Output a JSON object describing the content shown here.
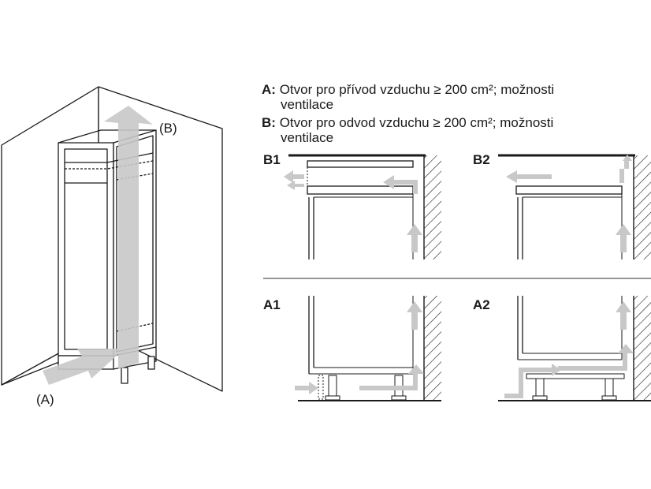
{
  "legend": {
    "a_key": "A:",
    "a_text": "Otvor pro přívod vzduchu ≥ 200 cm²; možnosti",
    "a_cont": "ventilace",
    "b_key": "B:",
    "b_text": "Otvor pro odvod vzduchu ≥ 200 cm²; možnosti",
    "b_cont": "ventilace"
  },
  "callouts": {
    "a": "(A)",
    "b": "(B)"
  },
  "panels": {
    "b1": "B1",
    "b2": "B2",
    "a1": "A1",
    "a2": "A2"
  },
  "colors": {
    "line": "#1a1a1a",
    "arrow": "#c8c8c8",
    "divider": "#555555"
  }
}
